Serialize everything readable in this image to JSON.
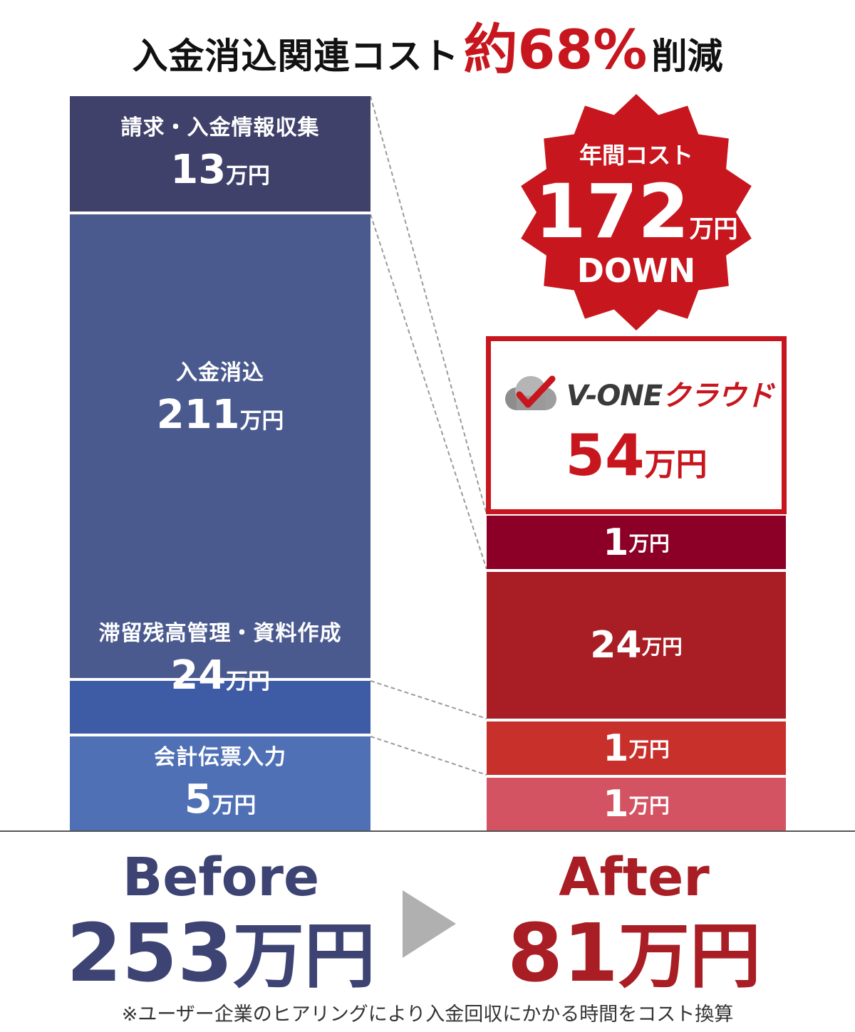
{
  "title": {
    "prefix": "入金消込関連コスト",
    "highlight": "約68%",
    "suffix": "削減"
  },
  "chart_data": {
    "type": "bar",
    "stacked": true,
    "unit": "万円",
    "ylim": [
      0,
      253
    ],
    "colors_before": [
      "#40416b",
      "#4a5a8f",
      "#3e5ba6",
      "#5070b6"
    ],
    "colors_after": [
      "#8c0028",
      "#a81e24",
      "#c8302c",
      "#d45363"
    ],
    "before": {
      "label": "Before",
      "total": 253,
      "segments": [
        {
          "name": "請求・入金情報収集",
          "value": 13
        },
        {
          "name": "入金消込",
          "value": 211
        },
        {
          "name": "滞留残高管理・資料作成",
          "value": 24
        },
        {
          "name": "会計伝票入力",
          "value": 5
        }
      ]
    },
    "after": {
      "label": "After",
      "total": 81,
      "segments": [
        {
          "name": "V-ONEクラウド",
          "value": 54
        },
        {
          "name": "",
          "value": 1
        },
        {
          "name": "",
          "value": 24
        },
        {
          "name": "",
          "value": 1
        },
        {
          "name": "",
          "value": 1
        }
      ]
    }
  },
  "badge": {
    "line1": "年間コスト",
    "value": "172",
    "unit": "万円",
    "line3": "DOWN"
  },
  "vone": {
    "brand": "V-ONE",
    "brand_kana": "クラウド",
    "value": "54",
    "unit": "万円"
  },
  "summary": {
    "before_label": "Before",
    "before_total": "253",
    "after_label": "After",
    "after_total": "81",
    "unit": "万円"
  },
  "footnote": "※ユーザー企業のヒアリングにより入金回収にかかる時間をコスト換算"
}
